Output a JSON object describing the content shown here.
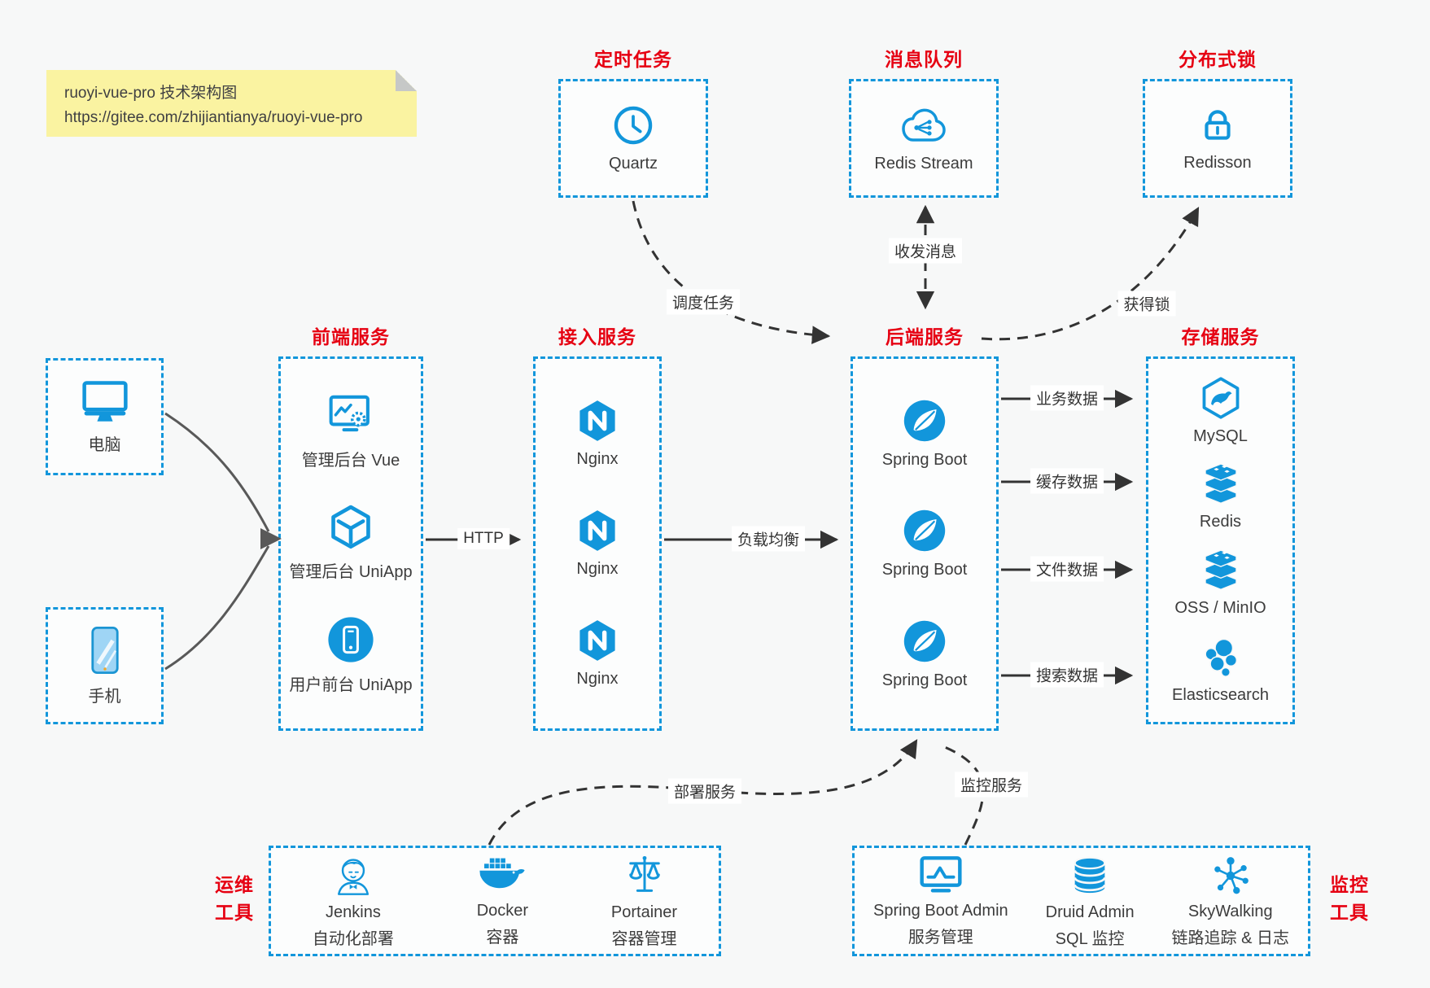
{
  "note": {
    "line1": "ruoyi-vue-pro 技术架构图",
    "line2": "https://gitee.com/zhijiantianya/ruoyi-vue-pro"
  },
  "clients": {
    "pc": {
      "label": "电脑",
      "icon": "desktop-icon"
    },
    "phone": {
      "label": "手机",
      "icon": "mobile-icon"
    }
  },
  "groups": {
    "scheduler": {
      "title": "定时任务",
      "items": [
        {
          "label": "Quartz",
          "icon": "clock-icon"
        }
      ]
    },
    "mq": {
      "title": "消息队列",
      "items": [
        {
          "label": "Redis Stream",
          "icon": "cloud-stream-icon"
        }
      ]
    },
    "lock": {
      "title": "分布式锁",
      "items": [
        {
          "label": "Redisson",
          "icon": "lock-icon"
        }
      ]
    },
    "frontend": {
      "title": "前端服务",
      "items": [
        {
          "label": "管理后台 Vue",
          "icon": "admin-vue-icon"
        },
        {
          "label": "管理后台 UniApp",
          "icon": "uniapp-cube-icon"
        },
        {
          "label": "用户前台 UniApp",
          "icon": "user-uniapp-icon"
        }
      ]
    },
    "gateway": {
      "title": "接入服务",
      "items": [
        {
          "label": "Nginx",
          "icon": "nginx-icon"
        },
        {
          "label": "Nginx",
          "icon": "nginx-icon"
        },
        {
          "label": "Nginx",
          "icon": "nginx-icon"
        }
      ]
    },
    "backend": {
      "title": "后端服务",
      "items": [
        {
          "label": "Spring Boot",
          "icon": "spring-icon"
        },
        {
          "label": "Spring Boot",
          "icon": "spring-icon"
        },
        {
          "label": "Spring Boot",
          "icon": "spring-icon"
        }
      ]
    },
    "storage": {
      "title": "存储服务",
      "items": [
        {
          "label": "MySQL",
          "icon": "mysql-icon"
        },
        {
          "label": "Redis",
          "icon": "redis-stack-icon"
        },
        {
          "label": "OSS / MinIO",
          "icon": "oss-stack-icon"
        },
        {
          "label": "Elasticsearch",
          "icon": "elasticsearch-icon"
        }
      ]
    },
    "ops": {
      "title_line1": "运维",
      "title_line2": "工具",
      "items": [
        {
          "label": "Jenkins",
          "sublabel": "自动化部署",
          "icon": "jenkins-icon"
        },
        {
          "label": "Docker",
          "sublabel": "容器",
          "icon": "docker-icon"
        },
        {
          "label": "Portainer",
          "sublabel": "容器管理",
          "icon": "portainer-icon"
        }
      ]
    },
    "monitoring": {
      "title_line1": "监控",
      "title_line2": "工具",
      "items": [
        {
          "label": "Spring Boot Admin",
          "sublabel": "服务管理",
          "icon": "sba-monitor-icon"
        },
        {
          "label": "Druid Admin",
          "sublabel": "SQL 监控",
          "icon": "druid-db-icon"
        },
        {
          "label": "SkyWalking",
          "sublabel": "链路追踪 & 日志",
          "icon": "skywalking-icon"
        }
      ]
    }
  },
  "edges": {
    "dispatch": {
      "label": "调度任务"
    },
    "messages": {
      "label": "收发消息"
    },
    "acquire_lock": {
      "label": "获得锁"
    },
    "http": {
      "label": "HTTP"
    },
    "load_balance": {
      "label": "负载均衡"
    },
    "biz_data": {
      "label": "业务数据"
    },
    "cache_data": {
      "label": "缓存数据"
    },
    "file_data": {
      "label": "文件数据"
    },
    "search_data": {
      "label": "搜索数据"
    },
    "deploy": {
      "label": "部署服务"
    },
    "monitor": {
      "label": "监控服务"
    }
  },
  "colors": {
    "accent": "#1296db",
    "title_red": "#e60012",
    "line_dark": "#333333",
    "line_grey": "#595959",
    "note_bg": "#faf3a1",
    "canvas_bg": "#f7f8f8"
  }
}
